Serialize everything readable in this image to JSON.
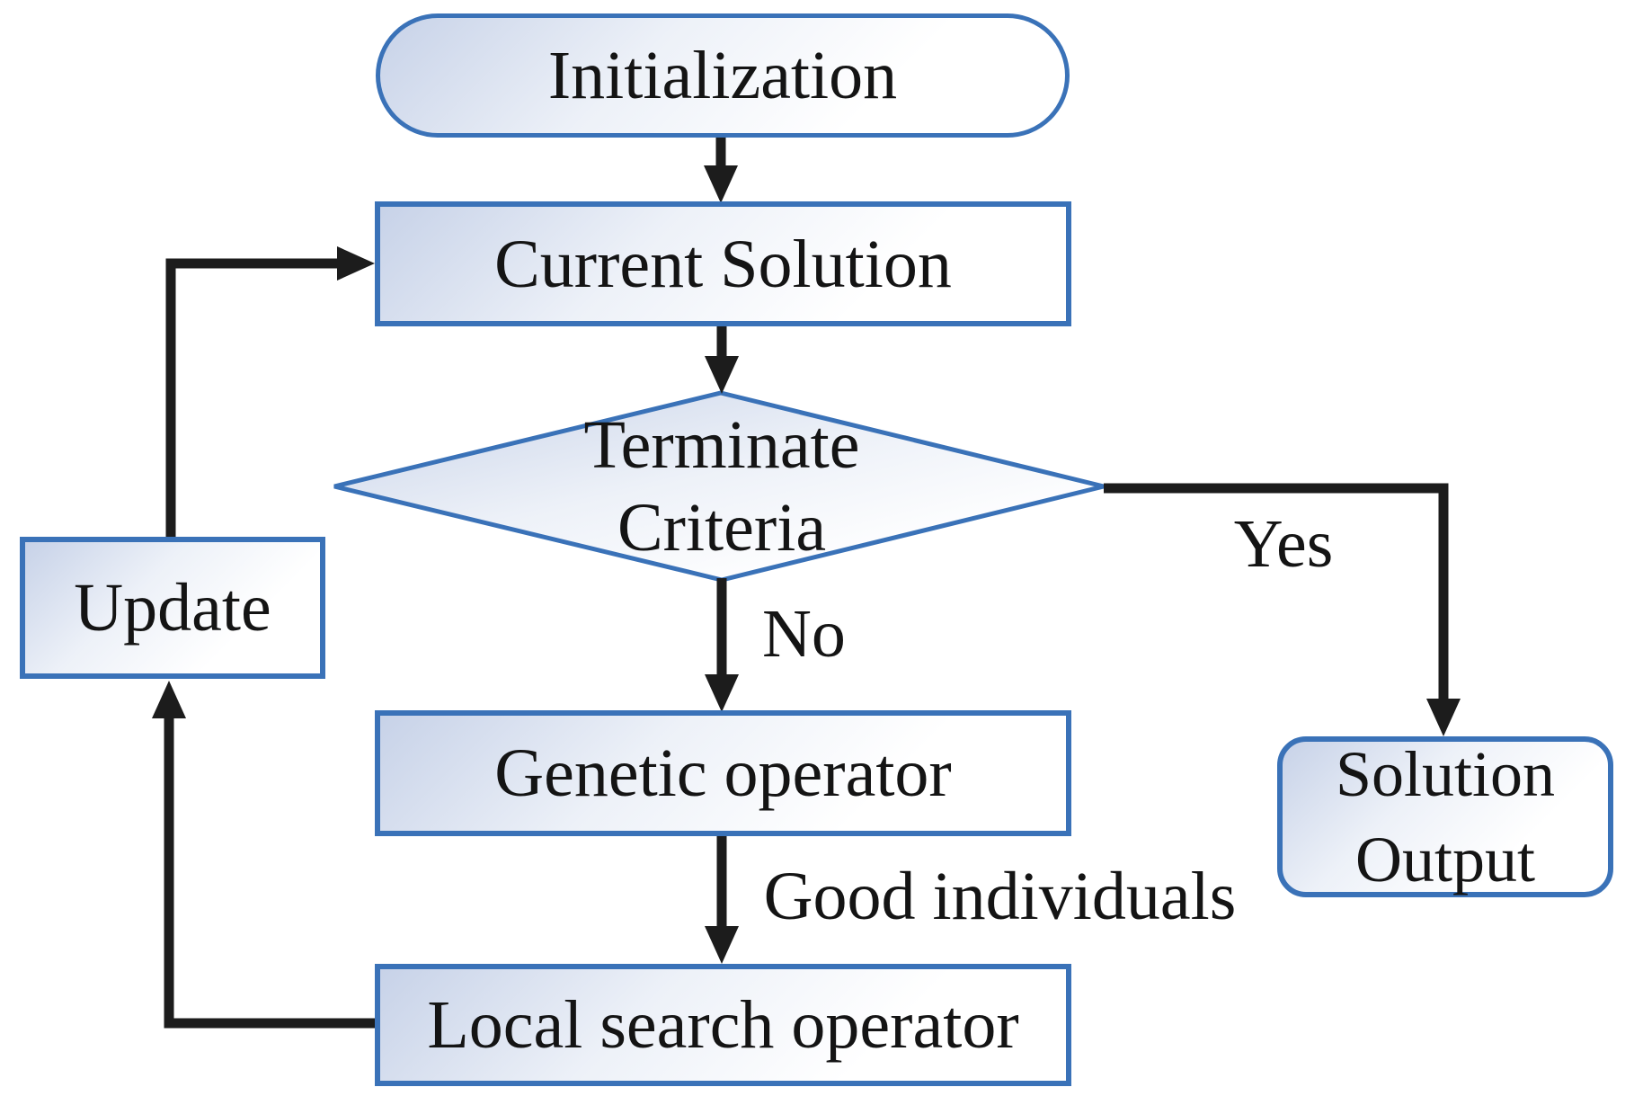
{
  "colors": {
    "node_border": "#3a72b8",
    "arrow": "#1c1c1c",
    "fill_light": "#c7d2e8",
    "fill_mid": "#edf1f8",
    "fill_white": "#ffffff",
    "text": "#141414"
  },
  "nodes": {
    "initialization": {
      "label": "Initialization"
    },
    "current_solution": {
      "label": "Current Solution"
    },
    "terminate_criteria": {
      "lines": [
        "Terminate",
        "Criteria"
      ]
    },
    "genetic_operator": {
      "label": "Genetic operator"
    },
    "local_search_operator": {
      "label": "Local search operator"
    },
    "update": {
      "label": "Update"
    },
    "solution_output": {
      "lines": [
        "Solution",
        "Output"
      ]
    }
  },
  "edge_labels": {
    "yes": "Yes",
    "no": "No",
    "good_individuals": "Good individuals"
  }
}
